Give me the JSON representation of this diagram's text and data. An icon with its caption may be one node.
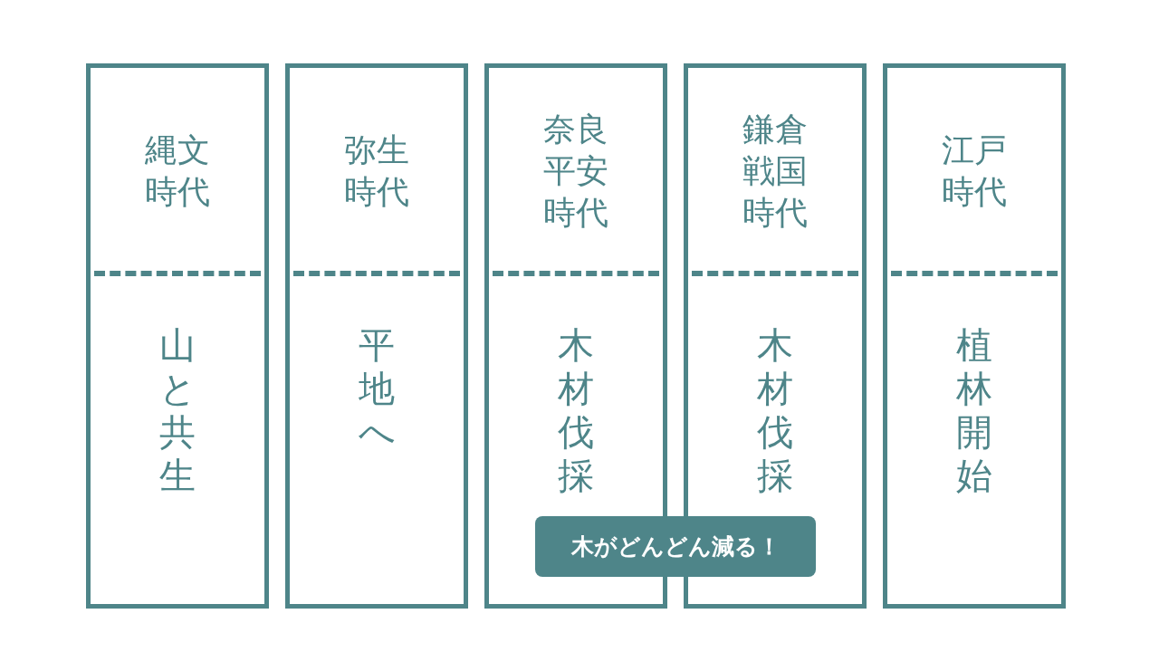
{
  "diagram": {
    "nodes": [
      {
        "text": [
          "縄文時代",
          "山と共生"
        ]
      },
      {
        "text": [
          "弥生時代",
          "平地へ"
        ]
      },
      {
        "text": [
          "奈良平安時代",
          "木材伐採"
        ]
      },
      {
        "text": [
          "鎌倉戦国時代",
          "木材伐採"
        ]
      },
      {
        "text": [
          "江戸時代",
          "植林開始"
        ]
      },
      {
        "text": [
          "木がどんどん減る！"
        ]
      }
    ]
  }
}
